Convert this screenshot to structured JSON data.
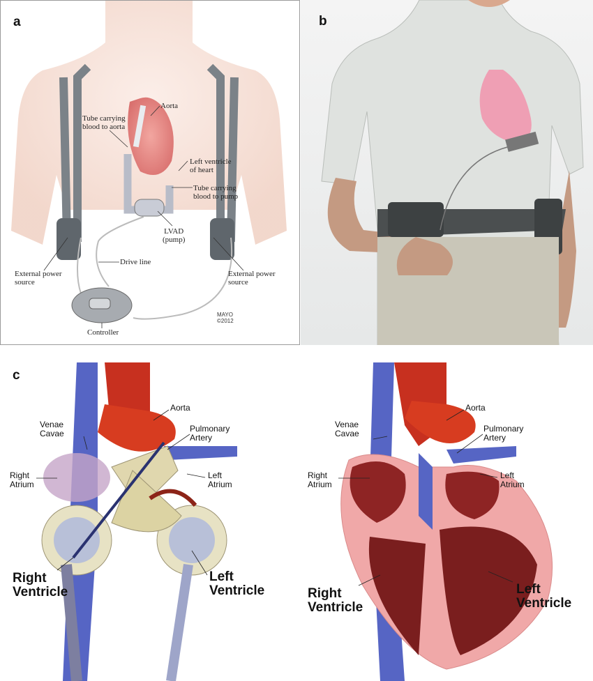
{
  "panel_a": {
    "letter": "a",
    "labels": {
      "aorta": "Aorta",
      "tube_to_aorta": "Tube carrying\nblood to aorta",
      "left_ventricle": "Left ventricle\nof heart",
      "tube_to_pump": "Tube carrying\nblood to pump",
      "lvad": "LVAD\n(pump)",
      "drive_line": "Drive line",
      "power_left": "External power\nsource",
      "power_right": "External power\nsource",
      "controller": "Controller"
    },
    "credit": "MAYO\n©2012"
  },
  "panel_b": {
    "letter": "b"
  },
  "panel_c": {
    "letter": "c",
    "left": {
      "venae_cavae": "Venae\nCavae",
      "aorta": "Aorta",
      "pulmonary_artery": "Pulmonary\nArtery",
      "right_atrium": "Right\nAtrium",
      "left_atrium": "Left\nAtrium",
      "right_ventricle": "Right\nVentricle",
      "left_ventricle": "Left\nVentricle"
    },
    "right": {
      "venae_cavae": "Venae\nCavae",
      "aorta": "Aorta",
      "pulmonary_artery": "Pulmonary\nArtery",
      "right_atrium": "Right\nAtrium",
      "left_atrium": "Left\nAtrium",
      "right_ventricle": "Right\nVentricle",
      "left_ventricle": "Left\nVentricle"
    }
  }
}
